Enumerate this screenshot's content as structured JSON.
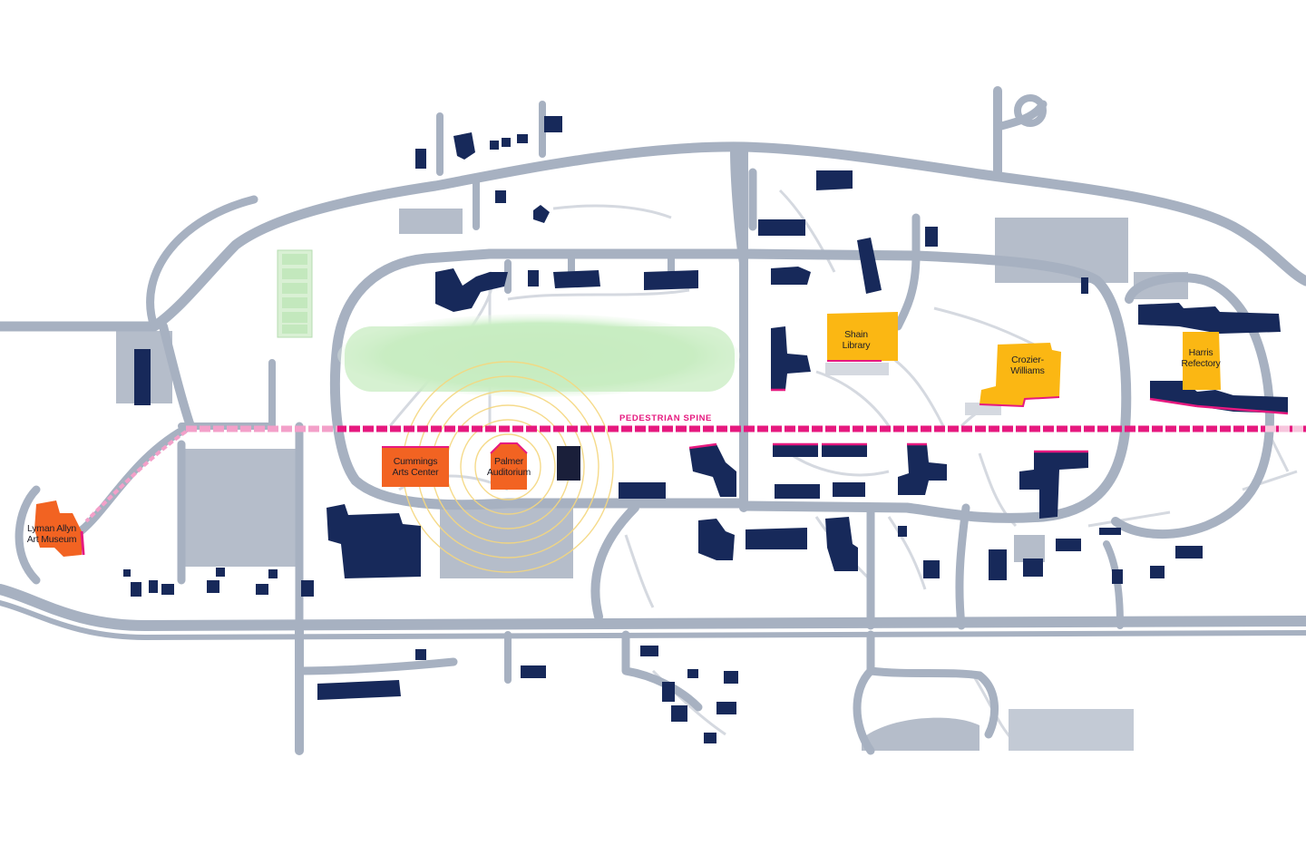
{
  "map": {
    "spine_label": "PEDESTRIAN SPINE",
    "colors": {
      "road": "#a7b1c1",
      "path": "#d5d9e0",
      "parking": "#b5bdca",
      "building": "#17295a",
      "highlight_orange": "#f26322",
      "highlight_yellow": "#fbb713",
      "spine": "#e6197f",
      "green": "#c6ecc2",
      "rings": "#f5d77e"
    },
    "landmarks": {
      "lyman_allyn": {
        "line1": "Lyman Allyn",
        "line2": "Art Museum"
      },
      "cummings": {
        "line1": "Cummings",
        "line2": "Arts Center"
      },
      "palmer": {
        "line1": "Palmer",
        "line2": "Auditorium"
      },
      "shain": {
        "line1": "Shain",
        "line2": "Library"
      },
      "crozier": {
        "line1": "Crozier-",
        "line2": "Williams"
      },
      "harris": {
        "line1": "Harris",
        "line2": "Refectory"
      }
    }
  }
}
